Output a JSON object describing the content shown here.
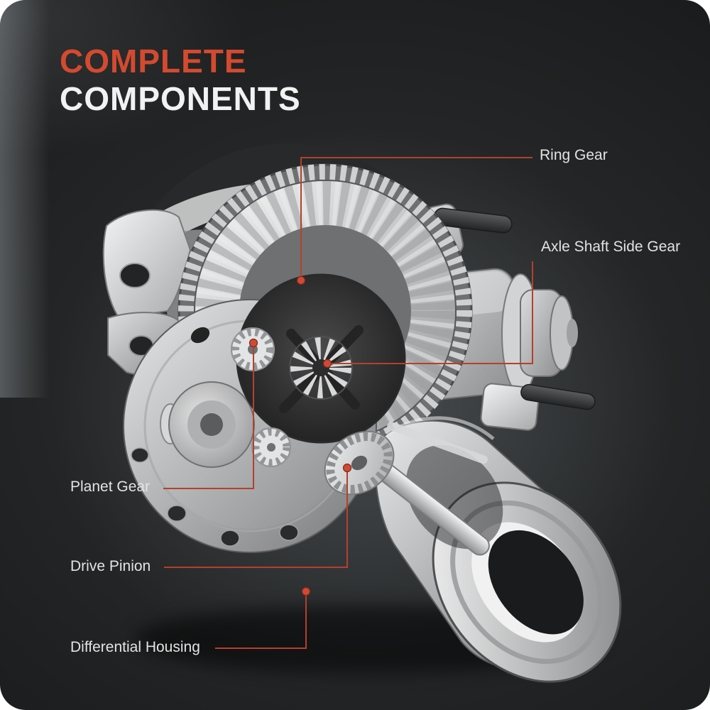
{
  "page": {
    "bg_color": "#ffffff",
    "panel_color": "#1e2021",
    "accent_color": "#d34a2f",
    "line_color": "#b5402c",
    "dot_color": "#d14a33",
    "label_color": "#e3e3e3",
    "title_secondary_color": "#f2f2f2"
  },
  "title": {
    "line1": "COMPLETE",
    "line2": "COMPONENTS"
  },
  "subject": "Differential assembly cutaway illustration",
  "callouts": [
    {
      "id": "ring-gear",
      "label": "Ring Gear"
    },
    {
      "id": "axle-shaft-side-gear",
      "label": "Axle Shaft Side Gear"
    },
    {
      "id": "planet-gear",
      "label": "Planet Gear"
    },
    {
      "id": "drive-pinion",
      "label": "Drive Pinion"
    },
    {
      "id": "differential-housing",
      "label": "Differential Housing"
    }
  ]
}
